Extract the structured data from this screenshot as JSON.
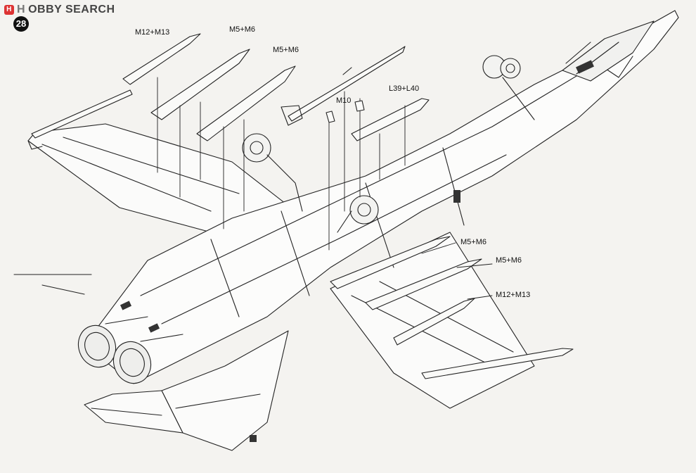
{
  "header": {
    "brand_mark": "H",
    "brand_word_a": "H",
    "brand_word_b": "OBBY SEARCH"
  },
  "step_number": "28",
  "parts": {
    "upper_left_pylon_1": "M12+M13",
    "upper_pylon_2": "M5+M6",
    "upper_pylon_3": "M5+M6",
    "center_part": "M10",
    "upper_right_pylon": "L39+L40",
    "lower_pylon_1": "M5+M6",
    "lower_pylon_2": "M5+M6",
    "lower_pylon_3": "M12+M13"
  },
  "colors": {
    "background": "#f4f3f0",
    "line": "#222222",
    "badge": "#111111",
    "brand_accent": "#dd3333"
  }
}
